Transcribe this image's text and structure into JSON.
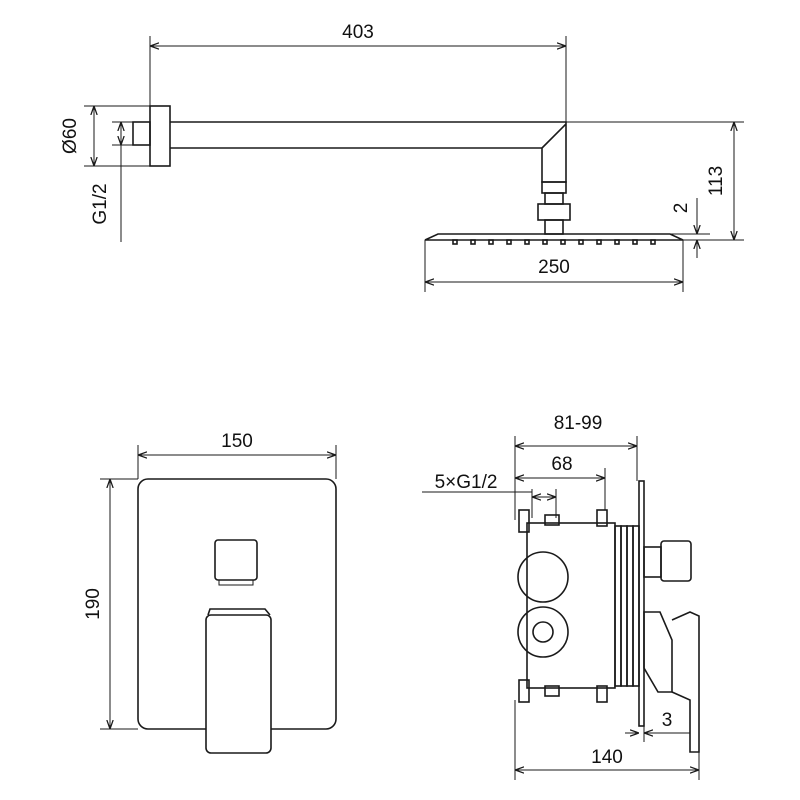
{
  "dimensions": {
    "shower_arm_length": "403",
    "flange_diameter": "Ø60",
    "wall_thread": "G1/2",
    "head_height": "113",
    "head_thickness": "2",
    "head_width": "250",
    "plate_width": "150",
    "plate_height": "190",
    "box_depth_range": "81-99",
    "box_inner_depth": "68",
    "inlet_thread": "5×G1/2",
    "plate_thickness": "3",
    "total_depth": "140"
  }
}
